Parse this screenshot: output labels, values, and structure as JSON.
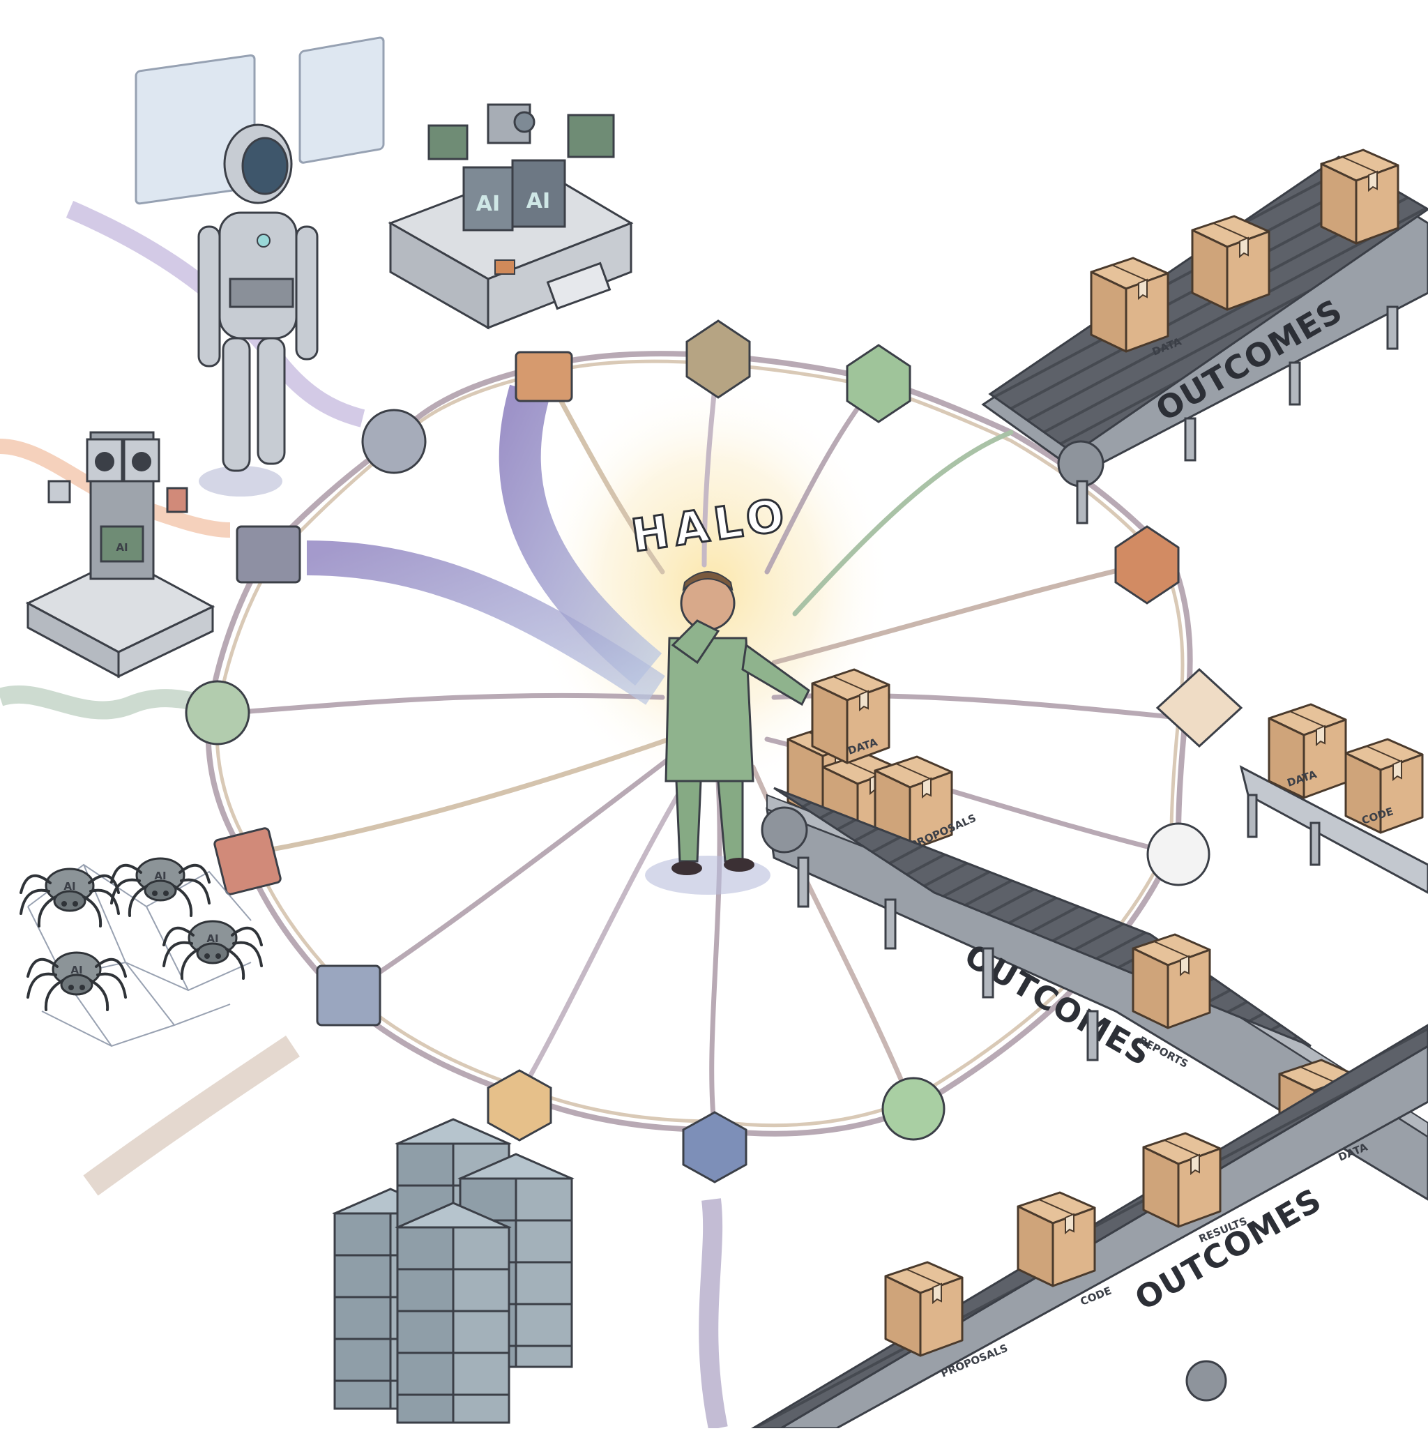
{
  "hub": {
    "label": "HALO"
  },
  "belts": {
    "top": {
      "label": "OUTCOMES"
    },
    "middle": {
      "label": "OUTCOMES"
    },
    "bottom": {
      "label": "OUTCOMES"
    }
  },
  "boxes": {
    "top_belt": [
      "DATA"
    ],
    "person_stack": [
      "DATA",
      "PROPOSALS"
    ],
    "middle_belt": [
      "REPORTS",
      "DATA"
    ],
    "bottom_belt": [
      "PROPOSALS",
      "CODE",
      "RESULTS"
    ],
    "side_belt": [
      "DATA",
      "CODE"
    ]
  },
  "agents": {
    "tower_chip_label": "AI",
    "machine_labels": [
      "AI",
      "AI"
    ],
    "spider_labels": [
      "AI",
      "AI",
      "AI",
      "AI"
    ]
  },
  "colors": {
    "ring_stroke": "#b8a9b4",
    "box_fill": "#d9b48c",
    "belt_fill": "#5c6068",
    "person_fill": "#8fb38d",
    "glow": "#f6d98a"
  }
}
